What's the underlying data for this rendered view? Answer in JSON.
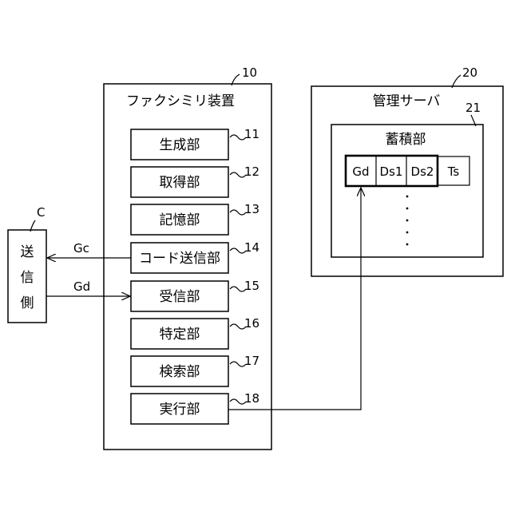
{
  "fax": {
    "ref": "10",
    "title": "ファクシミリ装置",
    "units": [
      {
        "label": "生成部",
        "ref": "11"
      },
      {
        "label": "取得部",
        "ref": "12"
      },
      {
        "label": "記憶部",
        "ref": "13"
      },
      {
        "label": "コード送信部",
        "ref": "14"
      },
      {
        "label": "受信部",
        "ref": "15"
      },
      {
        "label": "特定部",
        "ref": "16"
      },
      {
        "label": "検索部",
        "ref": "17"
      },
      {
        "label": "実行部",
        "ref": "18"
      }
    ]
  },
  "server": {
    "ref": "20",
    "title": "管理サーバ",
    "storage": {
      "ref": "21",
      "title": "蓄積部",
      "cells": [
        "Gd",
        "Ds1",
        "Ds2",
        "Ts"
      ],
      "ellipsis": "·····"
    }
  },
  "sender": {
    "ref": "C",
    "chars": [
      "送",
      "信",
      "側"
    ]
  },
  "arrows": {
    "gc": "Gc",
    "gd": "Gd"
  }
}
